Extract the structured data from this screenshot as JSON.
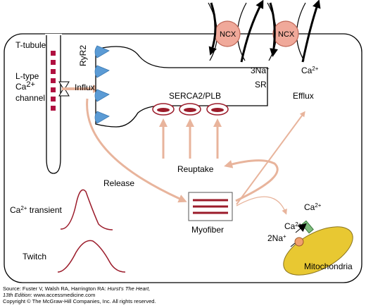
{
  "labels": {
    "t_tubule": "T-tubule",
    "ltype_line1": "L-type",
    "ltype_line2_base": "Ca",
    "ltype_line2_sup": "2+",
    "ltype_line3": "channel",
    "influx": "Influx",
    "ryr2": "RyR2",
    "sr": "SR",
    "serca": "SERCA2/PLB",
    "ncx_left": "NCX",
    "ncx_right": "NCX",
    "na3": "3Na",
    "na3_sup": "+",
    "ca_efflux": "Ca",
    "ca_efflux_sup": "2+",
    "efflux": "Efflux",
    "reuptake": "Reuptake",
    "release": "Release",
    "myofiber": "Myofiber",
    "ca_transient_base": "Ca",
    "ca_transient_sup": "2+",
    "ca_transient_rest": " transient",
    "twitch": "Twitch",
    "mito_ca_top": "Ca",
    "mito_ca_top_sup": "2+",
    "mito_ca_mid": "Ca",
    "mito_ca_mid_sup": "2+",
    "mito_na": "2Na",
    "mito_na_sup": "+",
    "mitochondria": "Mitochondria"
  },
  "source": {
    "line1_prefix": "Source: Fuster V, Walsh RA, Harrington RA: ",
    "line1_title": "Hurst's The Heart,",
    "line2_edition": "13th Edition",
    "line2_rest": ": www.accessmedicine.com",
    "line3": "Copyright © The McGraw-Hill Companies, Inc. All rights reserved."
  },
  "colors": {
    "cell_border": "#000000",
    "ryr2": "#5b9bd5",
    "ncx_fill": "#f0a99a",
    "ncx_stroke": "#c06858",
    "flow_arrow": "#e8b49c",
    "serca_red": "#9b1b2a",
    "trace": "#9b1b2a",
    "myofiber": "#9b1b2a",
    "mitochondria": "#e8c832",
    "channel_dots": "#b01040",
    "transporter_green": "#7dbb7d",
    "antiporter_orange": "#f0a070"
  }
}
